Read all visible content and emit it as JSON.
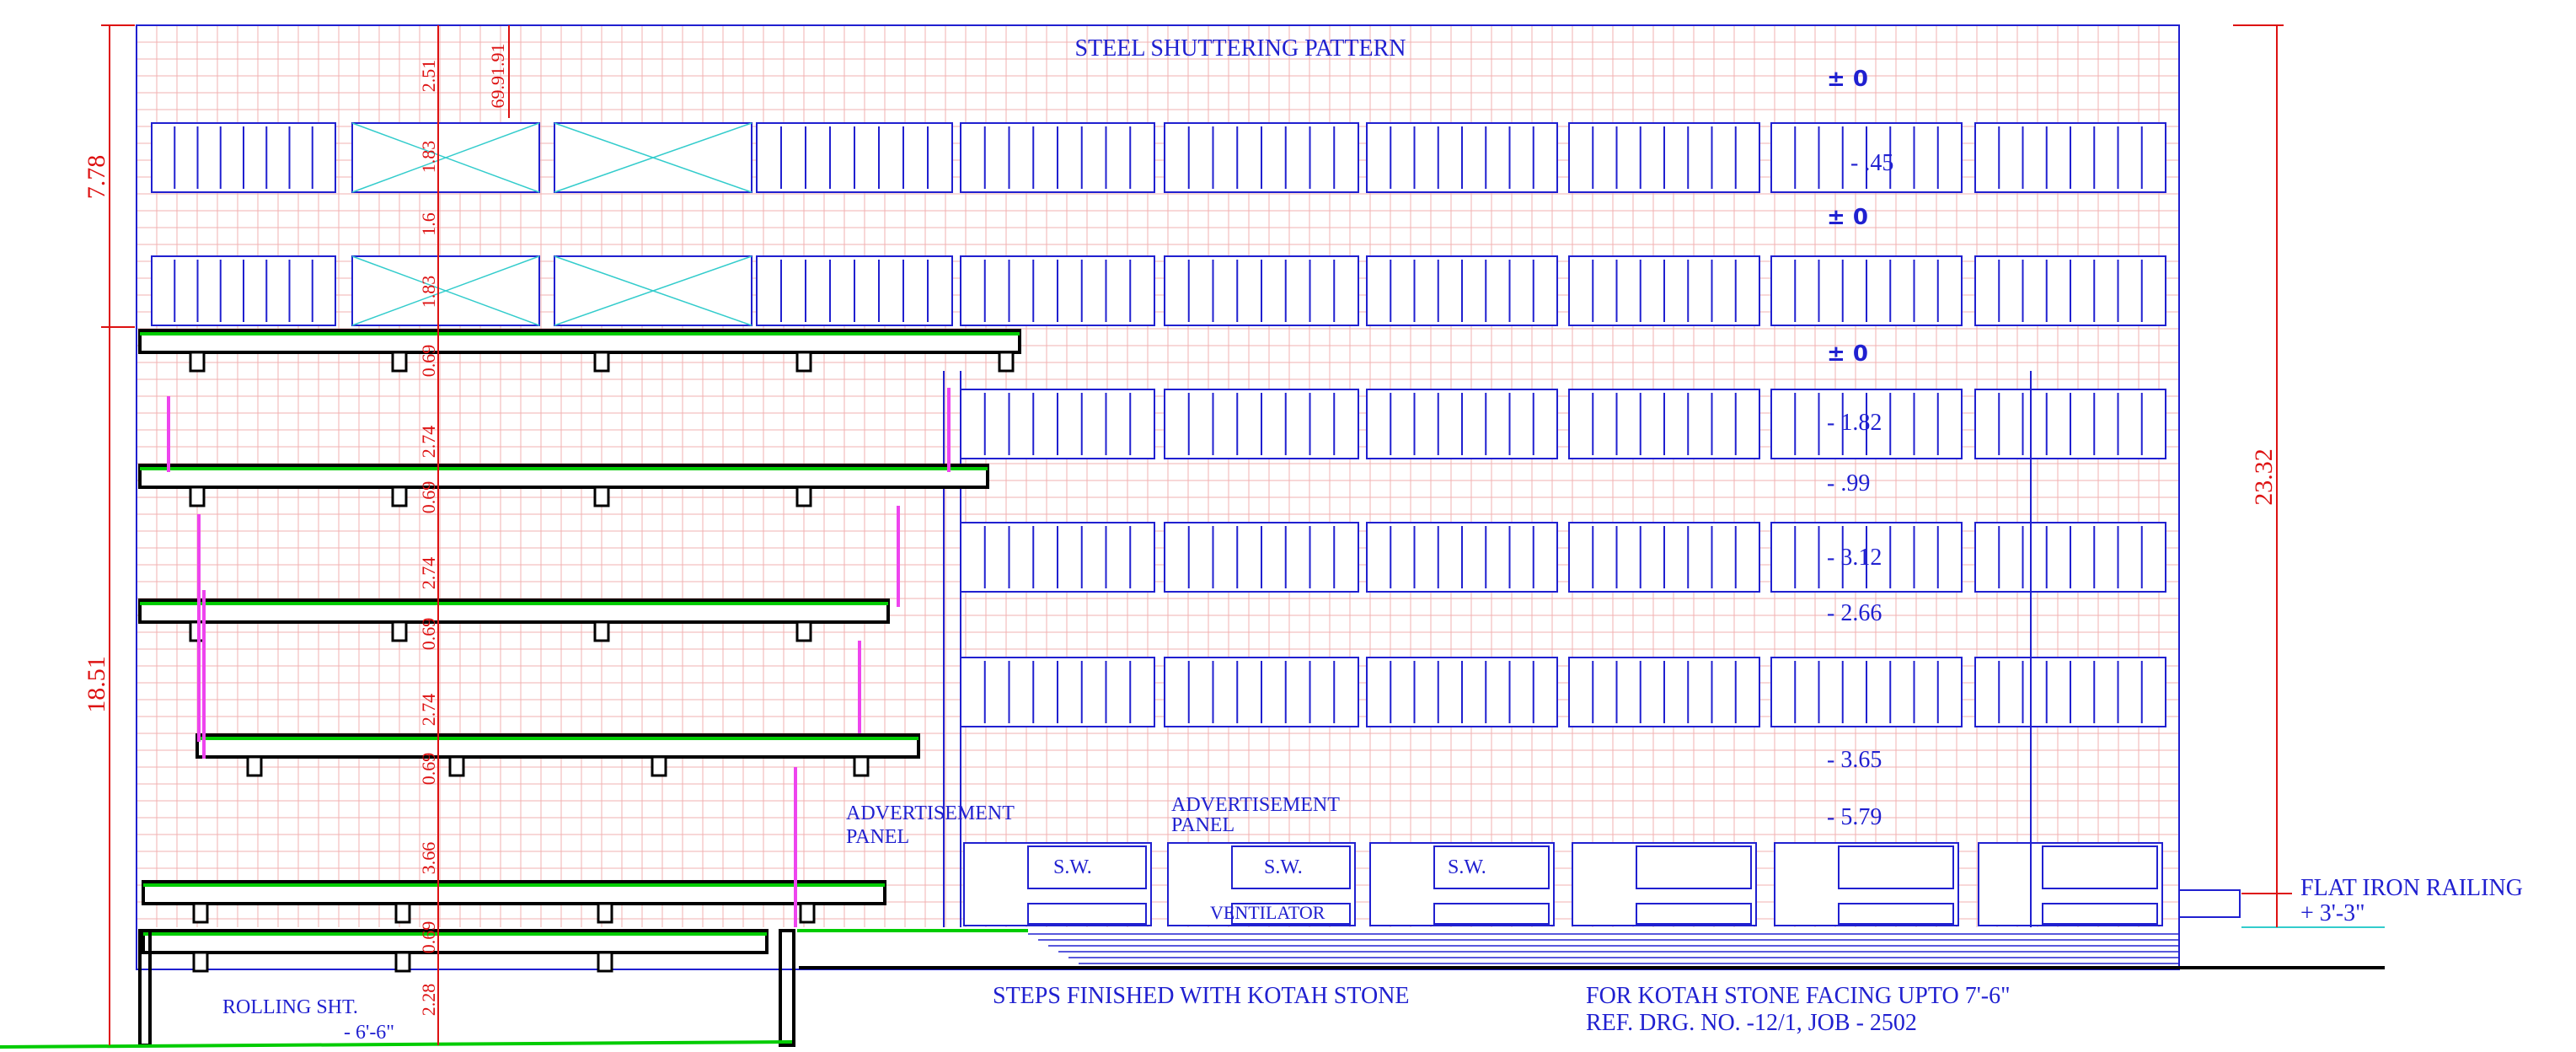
{
  "title": "STEEL SHUTTERING PATTERN",
  "level_marks": [
    "± 0",
    "- .45",
    "± 0",
    "± 0",
    "- 1.82",
    "- .99",
    "- 3.12",
    "- 2.66",
    "- 3.65",
    "- 5.79"
  ],
  "overall_dims": {
    "upper": "7.78",
    "lower": "18.51",
    "total": "23.32"
  },
  "floor_dims": [
    "2.51",
    "1.83",
    "1.6",
    "1.83",
    "0.69",
    "2.74",
    "0.69",
    "2.74",
    "0.69",
    "2.74",
    "0.69",
    "3.66",
    "0.69",
    "2.28"
  ],
  "top_detail_dim": "69.91.91",
  "labels": {
    "advert_left_1": "ADVERTISEMENT",
    "advert_left_2": "PANEL",
    "advert_mid_1": "ADVERTISEMENT",
    "advert_mid_2": "PANEL",
    "sw": "S.W.",
    "ventilator": "VENTILATOR",
    "rolling_1": "ROLLING SHT.",
    "rolling_2": "- 6'-6\"",
    "steps": "STEPS FINISHED WITH KOTAH STONE",
    "kotah_1": "FOR KOTAH STONE FACING UPTO 7'-6\"",
    "kotah_2": "REF. DRG. NO. -12/1, JOB - 2502",
    "railing_1": "FLAT IRON RAILING",
    "railing_2": "+ 3'-3\""
  },
  "colors": {
    "line": "#2020d0",
    "dim": "#dd1111",
    "grid": "#f2b0b0",
    "slab": "#00cc00",
    "cross": "#33cccc",
    "pipe": "#ee44ee",
    "section": "#000000"
  }
}
